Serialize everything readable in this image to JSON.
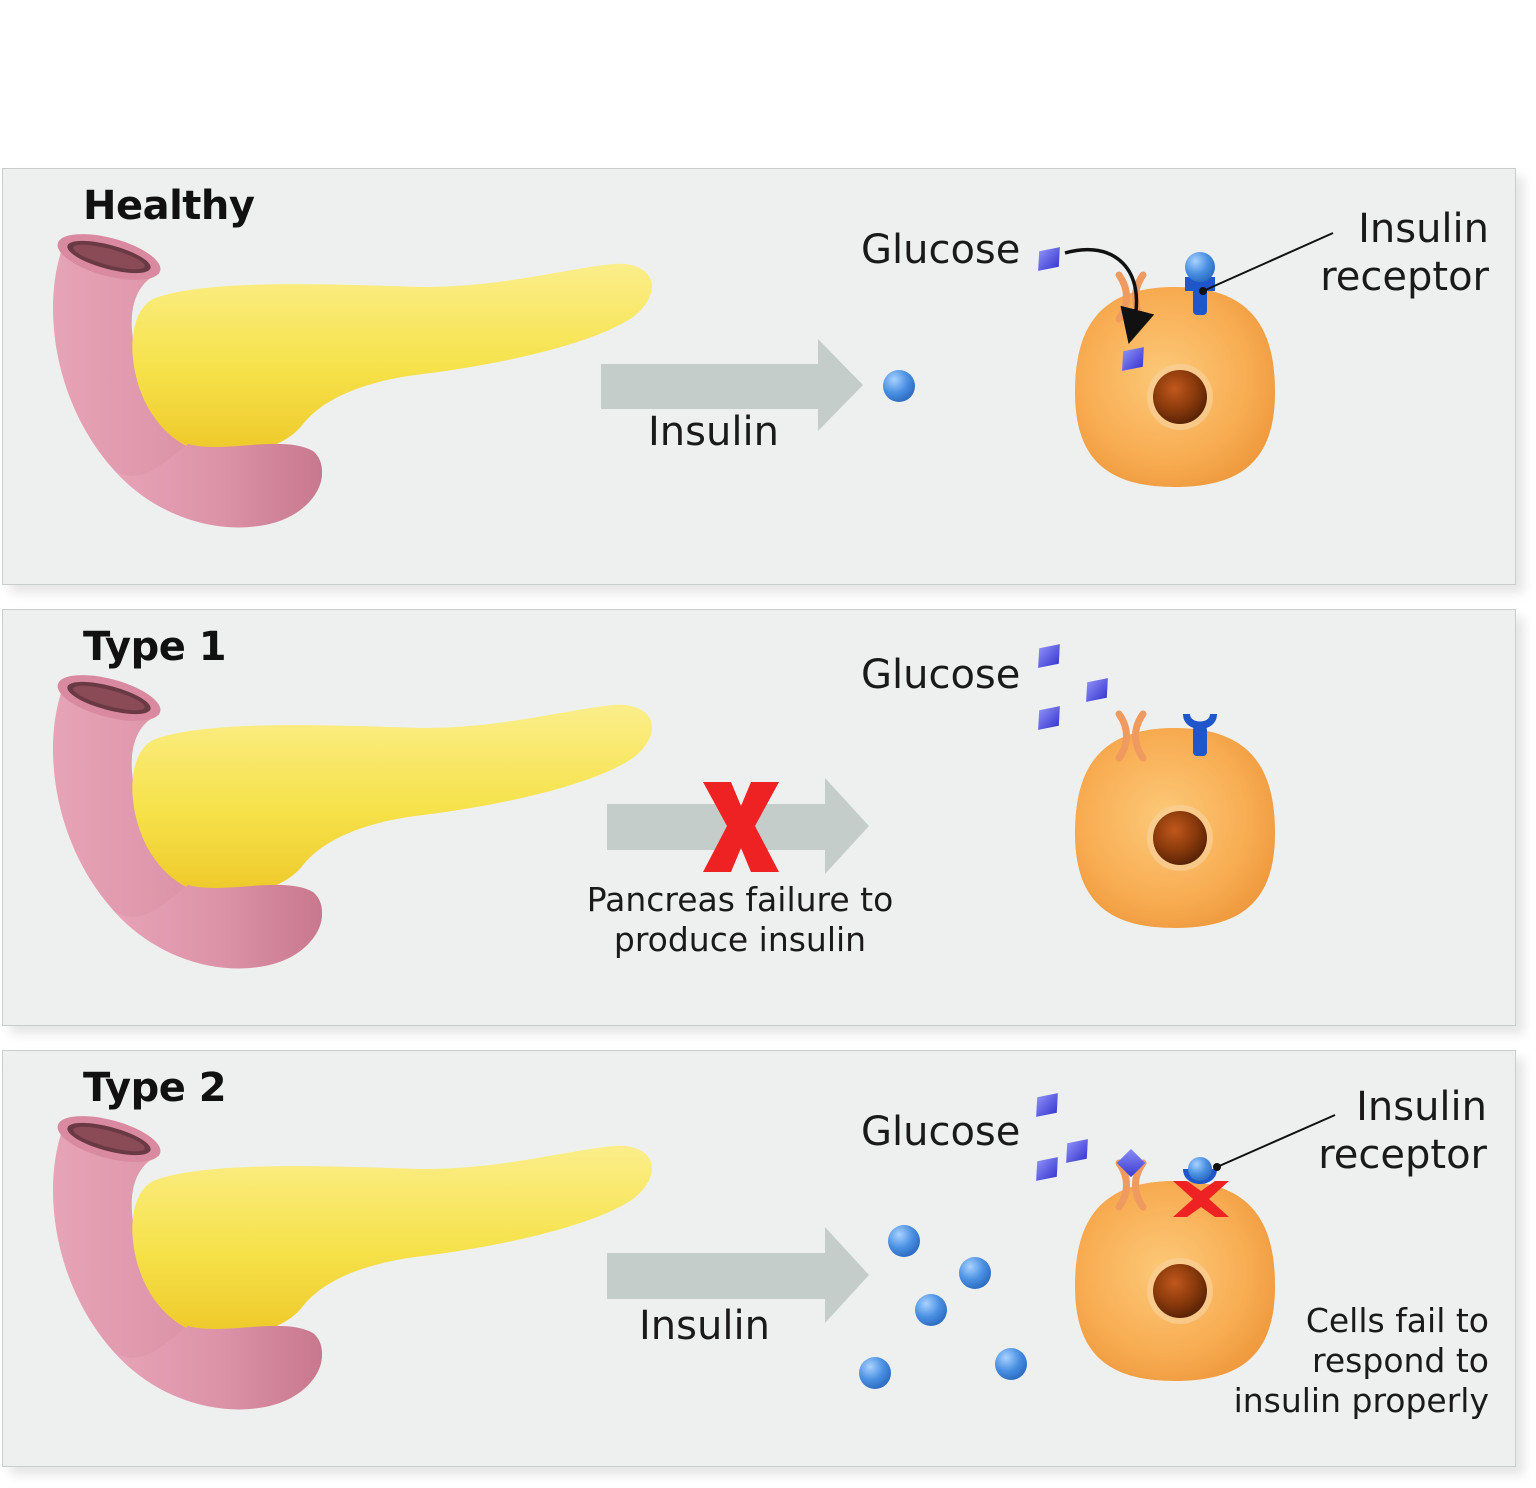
{
  "panels": {
    "healthy": {
      "title": "Healthy",
      "glucose_label": "Glucose",
      "insulin_label": "Insulin",
      "receptor_label": "Insulin\nreceptor"
    },
    "type1": {
      "title": "Type 1",
      "glucose_label": "Glucose",
      "failure_label": "Pancreas failure to\nproduce insulin"
    },
    "type2": {
      "title": "Type 2",
      "glucose_label": "Glucose",
      "insulin_label": "Insulin",
      "receptor_label": "Insulin\nreceptor",
      "cells_label": "Cells fail to\nrespond to\ninsulin properly"
    }
  },
  "colors": {
    "panel_background": "#eef0ef",
    "pancreas": "#f5e04a",
    "duodenum": "#d98aa0",
    "cell": "#f7a950",
    "nucleus": "#8a3a0c",
    "insulin": "#4a90e2",
    "glucose": "#4a4ad8",
    "receptor": "#1f56c9",
    "transporter": "#ef9a5e",
    "arrow": "#c5cdca",
    "blocked": "#ee2222"
  }
}
